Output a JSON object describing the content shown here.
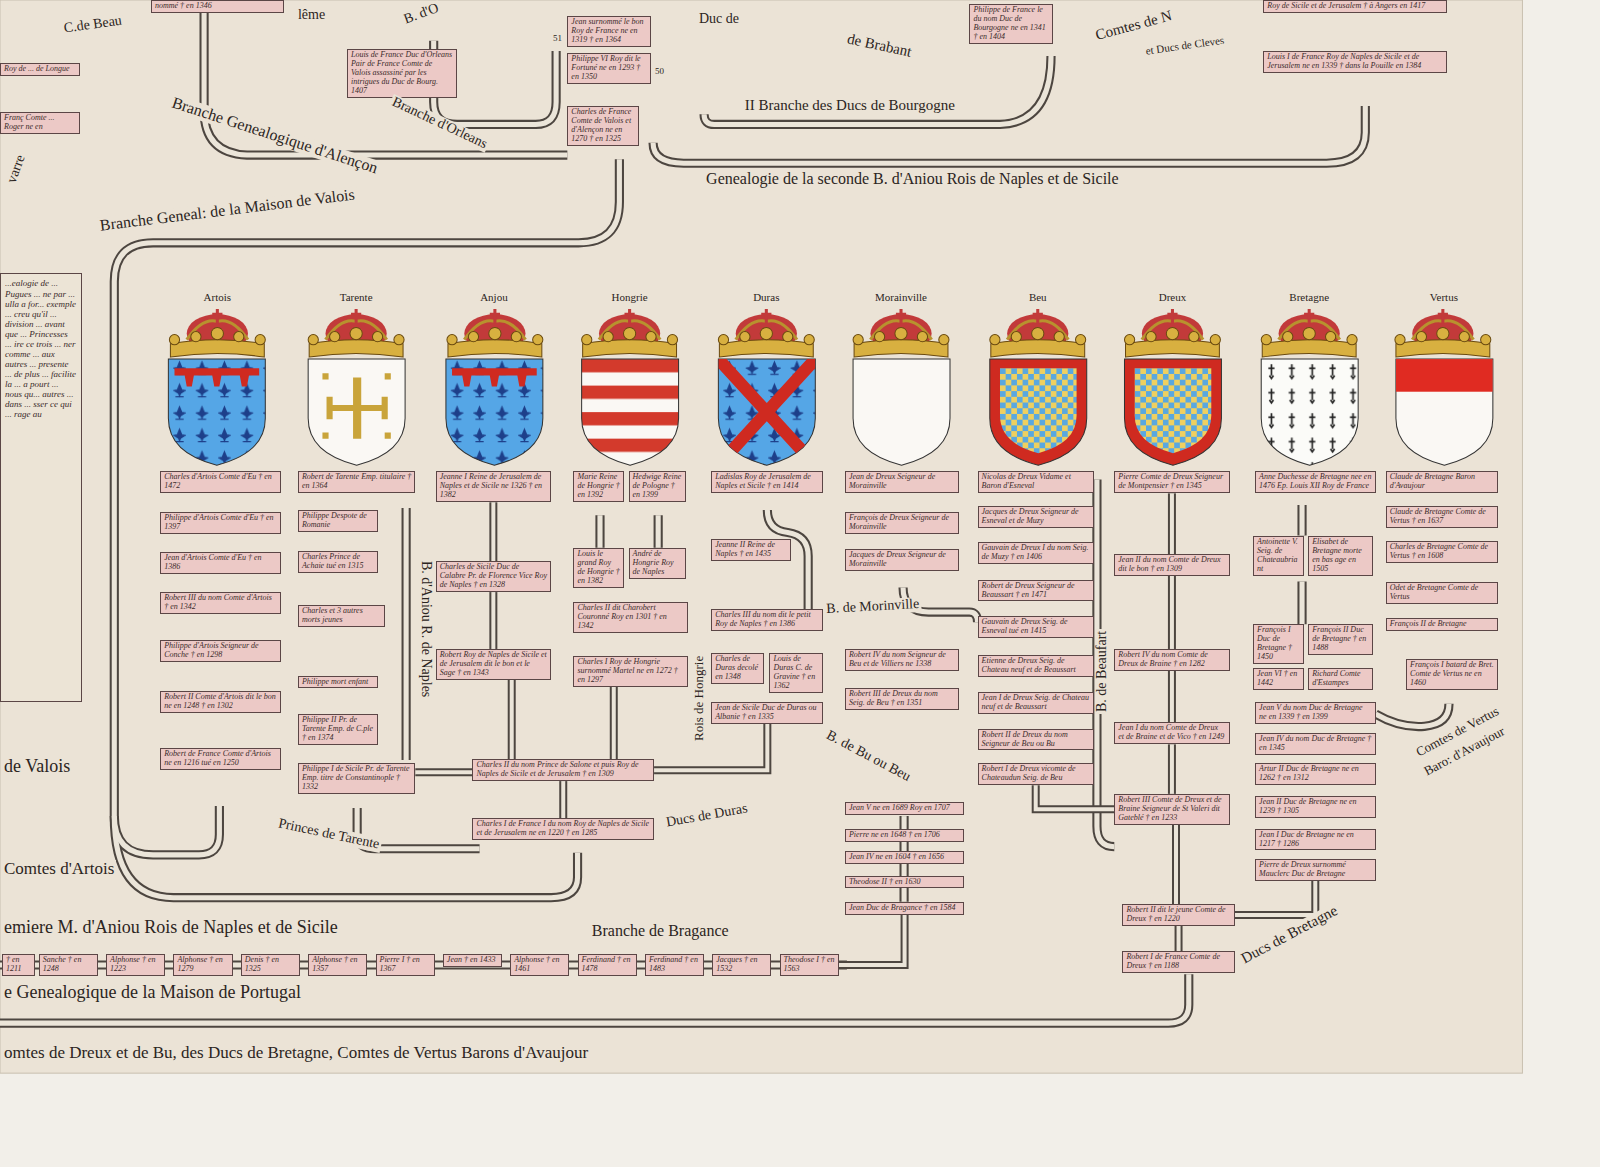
{
  "diagram": {
    "nodes": [
      {
        "text": [
          "nommé † en 1346"
        ]
      },
      {
        "text": [
          "Roy de ... de Longue"
        ]
      },
      {
        "text": [
          "Franç Comte ... Roger ne en"
        ]
      },
      {
        "text": [
          "Louis de France Duc d'Orleans Pair de France Comte de Valois assassiné par les intrigues du Duc de Bourg. 1407"
        ]
      },
      {
        "text": [
          "Jean surnommé le bon Roy de France ne en 1319 † en 1364"
        ]
      },
      {
        "text": [
          "Philippe VI Roy dit le Fortuné ne en 1293 † en 1350"
        ]
      },
      {
        "text": [
          "Charles de France Comte de Valois et d'Alençon ne en 1270 † en 1325"
        ]
      },
      {
        "text": [
          "Philippe de France le du nom Duc de Bourgogne ne en 1341 † en 1404"
        ]
      },
      {
        "text": [
          "Roy de Sicile et de Jerusalem † à Angers en 1417"
        ]
      },
      {
        "text": [
          "Louis I de France Roy de Naples de Sicile et de Jerusalem ne en 1339 † dans la Pouille en 1384"
        ]
      },
      {
        "text": [
          "...ealogie de ... Pugues ... ne par ... ulla a for... exemple ... creu qu'il ... division ... avant que ... Princesses ... ire ce trois ... ner comme ... aux autres ... presente ... de plus ... facilite la ... a pourt ... nous qu... autres ... dans ... sser ce qui ... rage au"
        ]
      },
      {
        "text": [
          "Charles d'Artois Comte d'Eu † en 1472"
        ]
      },
      {
        "text": [
          "Philippe d'Artois Comte d'Eu † en 1397"
        ]
      },
      {
        "text": [
          "Jean d'Artois Comte d'Eu † en 1386"
        ]
      },
      {
        "text": [
          "Robert III du nom Comte d'Artois † en 1342"
        ]
      },
      {
        "text": [
          "Philippe d'Artois Seigneur de Conche † en 1298"
        ]
      },
      {
        "text": [
          "Robert II Comte d'Artois dit le bon ne en 1248 † en 1302"
        ]
      },
      {
        "text": [
          "Robert de France Comte d'Artois ne en 1216 tué en 1250"
        ]
      },
      {
        "text": [
          "Robert de Tarente Emp. titulaire † en 1364"
        ]
      },
      {
        "text": [
          "Philippe Despote de Romanie"
        ]
      },
      {
        "text": [
          "Charles Prince de Achaie tué en 1315"
        ]
      },
      {
        "text": [
          "Charles et 3 autres morts jeunes"
        ]
      },
      {
        "text": [
          "Philippe mort enfant"
        ]
      },
      {
        "text": [
          "Philippe II Pr. de Tarente Emp. de C.ple † en 1374"
        ]
      },
      {
        "text": [
          "Philippe I de Sicile Pr. de Tarente Emp. titre de Constantinople † 1332"
        ]
      },
      {
        "text": [
          "Jeanne I Reine de Jerusalem de Naples et de Sicile ne 1326 † en 1382"
        ]
      },
      {
        "text": [
          "Charles de Sicile Duc de Calabre Pr. de Florence Vice Roy de Naples † en 1328"
        ]
      },
      {
        "text": [
          "Robert Roy de Naples de Sicile et de Jerusalem dit le bon et le Sage † en 1343"
        ]
      },
      {
        "text": [
          "Marie Reine de Hongrie † en 1392"
        ]
      },
      {
        "text": [
          "Hedwige Reine de Pologne † en 1399"
        ]
      },
      {
        "text": [
          "Louis le grand Roy de Hongrie † en 1382"
        ]
      },
      {
        "text": [
          "André de Hongrie Roy de Naples"
        ]
      },
      {
        "text": [
          "Charles II dit Charobert Couronné Roy en 1301 † en 1342"
        ]
      },
      {
        "text": [
          "Charles I Roy de Hongrie surnommé Martel ne en 1272 † en 1297"
        ]
      },
      {
        "text": [
          "Ladislas Roy de Jerusalem de Naples et Sicile † en 1414"
        ]
      },
      {
        "text": [
          "Jeanne II Reine de Naples † en 1435"
        ]
      },
      {
        "text": [
          "Charles III du nom dit le petit Roy de Naples † en 1386"
        ]
      },
      {
        "text": [
          "Charles de Duras decolé en 1348"
        ]
      },
      {
        "text": [
          "Louis de Duras C. de Gravine † en 1362"
        ]
      },
      {
        "text": [
          "Jean de Sicile Duc de Duras ou Albanie † en 1335"
        ]
      },
      {
        "text": [
          "Charles II du nom Prince de Salone et puis Roy de Naples de Sicile et de Jerusalem † en 1309"
        ]
      },
      {
        "text": [
          "Charles I de France I du nom Roy de Naples de Sicile et de Jerusalem ne en 1220 † en 1285"
        ]
      },
      {
        "text": [
          "Jean de Dreux Seigneur de Morainville"
        ]
      },
      {
        "text": [
          "François de Dreux Seigneur de Morainville"
        ]
      },
      {
        "text": [
          "Jacques de Dreux Seigneur de Morainville"
        ]
      },
      {
        "text": [
          "Robert IV du nom Seigneur de Beu et de Villiers ne 1338"
        ]
      },
      {
        "text": [
          "Robert III de Dreux du nom Seig. de Beu † en 1351"
        ]
      },
      {
        "text": [
          "Nicolas de Dreux Vidame et Baron d'Esneval"
        ]
      },
      {
        "text": [
          "Jacques de Dreux Seigneur de Esneval et de Muzy"
        ]
      },
      {
        "text": [
          "Gauvain de Dreux I du nom Seig. de Muzy † en 1406"
        ]
      },
      {
        "text": [
          "Robert de Dreux Seigneur de Beaussart † en 1471"
        ]
      },
      {
        "text": [
          "Gauvain de Dreux Seig. de Esneval tué en 1415"
        ]
      },
      {
        "text": [
          "Etienne de Dreux Seig. de Chateau neuf et de Beaussart"
        ]
      },
      {
        "text": [
          "Jean I de Dreux Seig. de Chateau neuf et de Beaussart"
        ]
      },
      {
        "text": [
          "Robert II de Dreux du nom Seigneur de Beu ou Bu"
        ]
      },
      {
        "text": [
          "Robert I de Dreux vicomte de Chateaudun Seig. de Beu"
        ]
      },
      {
        "text": [
          "Jean V ne en 1689 Roy en 1707"
        ]
      },
      {
        "text": [
          "Pierre ne en 1648 † en 1706"
        ]
      },
      {
        "text": [
          "Jean IV ne en 1604 † en 1656"
        ]
      },
      {
        "text": [
          "Theodose II † en 1630"
        ]
      },
      {
        "text": [
          "Jean Duc de Bragance † en 1584"
        ]
      },
      {
        "text": [
          "Pierre Comte de Dreux Seigneur de Montpensier † en 1345"
        ]
      },
      {
        "text": [
          "Jean II du nom Comte de Dreux dit le bon † en 1309"
        ]
      },
      {
        "text": [
          "Robert IV du nom Comte de Dreux de Braine † en 1282"
        ]
      },
      {
        "text": [
          "Jean I du nom Comte de Dreux et de Braine et de Vico † en 1249"
        ]
      },
      {
        "text": [
          "Robert III Comte de Dreux et de Braine Seigneur de St Valeri dit Gateblé † en 1233"
        ]
      },
      {
        "text": [
          "Robert II dit le jeune Comte de Dreux † en 1220"
        ]
      },
      {
        "text": [
          "Robert I de France Comte de Dreux † en 1188"
        ]
      },
      {
        "text": [
          "Anne Duchesse de Bretagne nee en 1476 Ep. Louis XII Roy de France"
        ]
      },
      {
        "text": [
          "Antoinette V. Seig. de Chateaubriant"
        ]
      },
      {
        "text": [
          "Elisabet de Bretagne morte en bas age en 1505"
        ]
      },
      {
        "text": [
          "François I Duc de Bretagne † 1450"
        ]
      },
      {
        "text": [
          "François II Duc de Bretagne † en 1488"
        ]
      },
      {
        "text": [
          "Jean VI † en 1442"
        ]
      },
      {
        "text": [
          "Richard Comte d'Estampes"
        ]
      },
      {
        "text": [
          "Jean V du nom Duc de Bretagne ne en 1339 † en 1399"
        ]
      },
      {
        "text": [
          "Jean IV du nom Duc de Bretagne † en 1345"
        ]
      },
      {
        "text": [
          "Artur II Duc de Bretagne ne en 1262 † en 1312"
        ]
      },
      {
        "text": [
          "Jean II Duc de Bretagne ne en 1239 † 1305"
        ]
      },
      {
        "text": [
          "Jean I Duc de Bretagne ne en 1217 † 1286"
        ]
      },
      {
        "text": [
          "Pierre de Dreux surnommé Mauclerc Duc de Bretagne"
        ]
      },
      {
        "text": [
          "Claude de Bretagne Baron d'Avaujour"
        ]
      },
      {
        "text": [
          "Claude de Bretagne Comte de Vertus † en 1637"
        ]
      },
      {
        "text": [
          "Charles de Bretagne Comte de Vertus † en 1608"
        ]
      },
      {
        "text": [
          "Odet de Bretagne Comte de Vertus"
        ]
      },
      {
        "text": [
          "François II de Bretagne"
        ]
      },
      {
        "text": [
          "François I batard de Bret. Comte de Vertus ne en 1460"
        ]
      },
      {
        "text": [
          "† en 1211"
        ]
      },
      {
        "text": [
          "Sanche † en 1248"
        ]
      },
      {
        "text": [
          "Alphonse † en 1223"
        ]
      },
      {
        "text": [
          "Alphonse † en 1279"
        ]
      },
      {
        "text": [
          "Denis † en 1325"
        ]
      },
      {
        "text": [
          "Alphonse † en 1357"
        ]
      },
      {
        "text": [
          "Pierre I † en 1367"
        ]
      },
      {
        "text": [
          "Jean † en 1433"
        ]
      },
      {
        "text": [
          "Alphonse † en 1461"
        ]
      },
      {
        "text": [
          "Ferdinand † en 1478"
        ]
      },
      {
        "text": [
          "Ferdinand † en 1483"
        ]
      },
      {
        "text": [
          "Jacques † en 1532"
        ]
      },
      {
        "text": [
          "Theodose I † en 1563"
        ]
      }
    ],
    "edges": [
      {
        "from": 41,
        "to": 40,
        "arrow": "none"
      },
      {
        "from": 40,
        "to": 27,
        "arrow": "none"
      },
      {
        "from": 27,
        "to": 26,
        "arrow": "none"
      },
      {
        "from": 26,
        "to": 25,
        "arrow": "none"
      },
      {
        "from": 40,
        "to": 33,
        "arrow": "none"
      },
      {
        "from": 40,
        "to": 39,
        "arrow": "none"
      },
      {
        "from": 40,
        "to": 24,
        "arrow": "none"
      },
      {
        "from": 67,
        "to": 66,
        "arrow": "none"
      },
      {
        "from": 66,
        "to": 65,
        "arrow": "none"
      },
      {
        "from": 65,
        "to": 64,
        "arrow": "none"
      },
      {
        "from": 64,
        "to": 63,
        "arrow": "none"
      },
      {
        "from": 63,
        "to": 62,
        "arrow": "none"
      },
      {
        "from": 62,
        "to": 61,
        "arrow": "none"
      },
      {
        "from": 66,
        "to": 80,
        "arrow": "none"
      },
      {
        "from": 65,
        "to": 55,
        "arrow": "none"
      },
      {
        "from": 99,
        "to": 60,
        "arrow": "none"
      }
    ],
    "labels": [
      "C.de Beau",
      "lême",
      "B. d'O",
      "Duc de",
      "de Brabant",
      "Comtes de N",
      "et Ducs de Cleves",
      "Branche d'Orleans",
      "II Branche des Ducs de Bourgogne",
      "Branche Genealogique d'Alençon",
      "Genealogie de la seconde B. d'Aniou Rois de Naples et de Sicile",
      "Branche Geneal: de la Maison de Valois",
      "varre",
      "51",
      "50",
      "Artois",
      "Tarente",
      "Anjou",
      "Hongrie",
      "Duras",
      "Morainville",
      "Beu",
      "Dreux",
      "Bretagne",
      "Vertus",
      "de Valois",
      "Comtes d'Artois",
      "B. d'Aniou R. de Naples",
      "Rois de Hongrie",
      "Ducs de Duras",
      "B. de Morinville",
      "B. de Bu ou Beu",
      "B. de Beaufart",
      "Princes de Tarente",
      "emiere M. d'Aniou Rois de Naples et de Sicile",
      "Branche de Bragance",
      "e Genealogique de la Maison de Portugal",
      "omtes de Dreux et de Bu, des Ducs de Bretagne, Comtes de Vertus Barons d'Avaujour",
      "Ducs de Bretagne",
      "Comtes de Vertus",
      "Baro: d'Avaujour"
    ]
  }
}
